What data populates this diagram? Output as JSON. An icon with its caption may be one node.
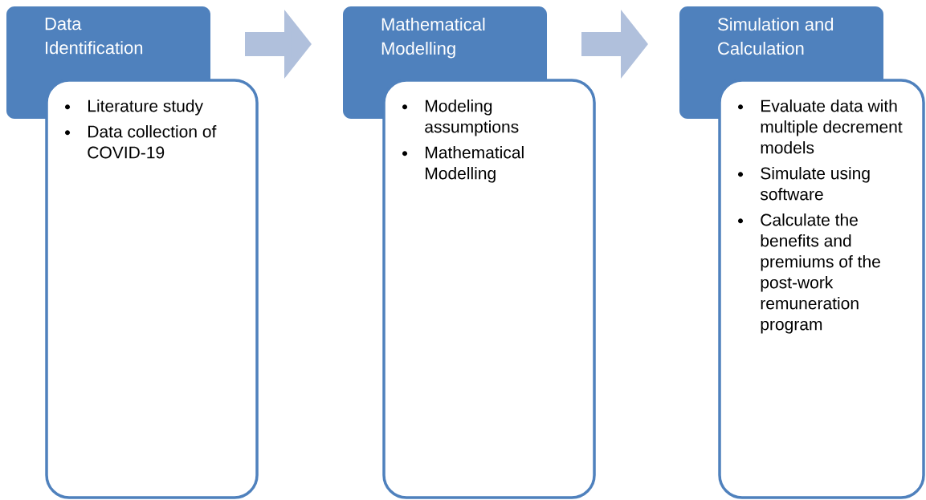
{
  "diagram": {
    "nodes": [
      {
        "text": [
          "Data Identification"
        ]
      },
      {
        "text": [
          "Literature study",
          "Data collection of COVID-19"
        ]
      },
      {
        "text": [
          "Mathematical Modelling"
        ]
      },
      {
        "text": [
          "Modeling assumptions",
          "Mathematical Modelling"
        ]
      },
      {
        "text": [
          "Simulation and Calculation"
        ]
      },
      {
        "text": [
          "Evaluate data with multiple decrement models",
          "Simulate using software",
          "Calculate the benefits and premiums of the post-work remuneration program"
        ]
      }
    ],
    "edges": [
      {
        "from": 0,
        "to": 2,
        "arrow": "to"
      },
      {
        "from": 2,
        "to": 4,
        "arrow": "to"
      }
    ]
  }
}
